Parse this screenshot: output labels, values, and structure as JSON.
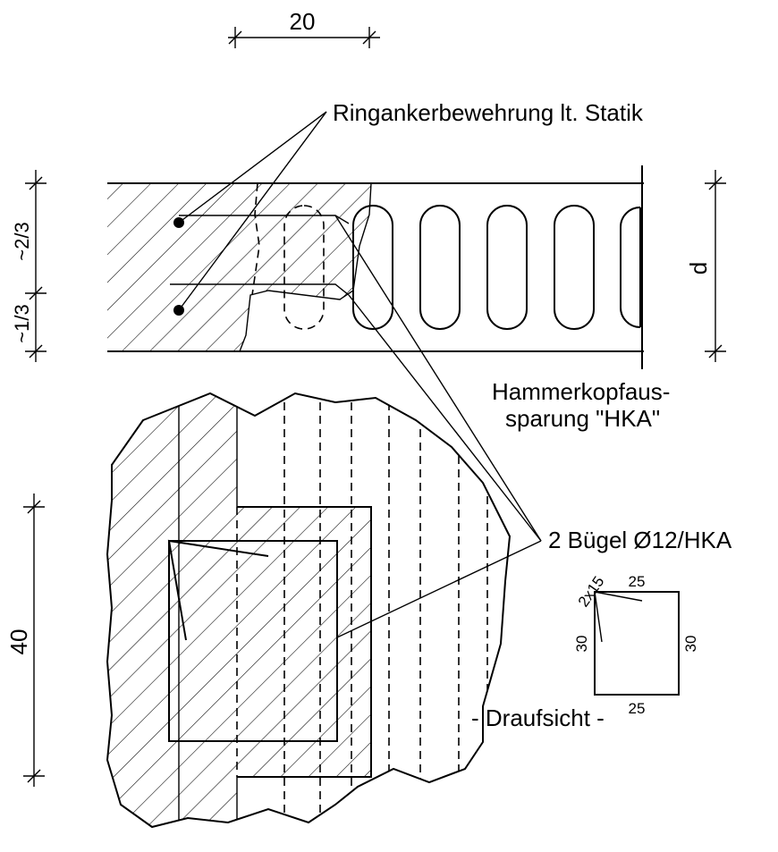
{
  "labels": {
    "dim_top": "20",
    "ring_anchor": "Ringankerbewehrung lt. Statik",
    "dim_two_thirds": "~2/3",
    "dim_one_third": "~1/3",
    "dim_d": "d",
    "hammerhead_line1": "Hammerkopfaus-",
    "hammerhead_line2": "sparung \"HKA\"",
    "dim_40": "40",
    "stirrups": "2 Bügel Ø12/HKA",
    "stirrup_hook": "2x15",
    "stirrup_top": "25",
    "stirrup_bottom": "25",
    "stirrup_left": "30",
    "stirrup_right": "30",
    "plan_view": "- Draufsicht -"
  },
  "colors": {
    "ink": "#000000",
    "paper": "#ffffff"
  }
}
